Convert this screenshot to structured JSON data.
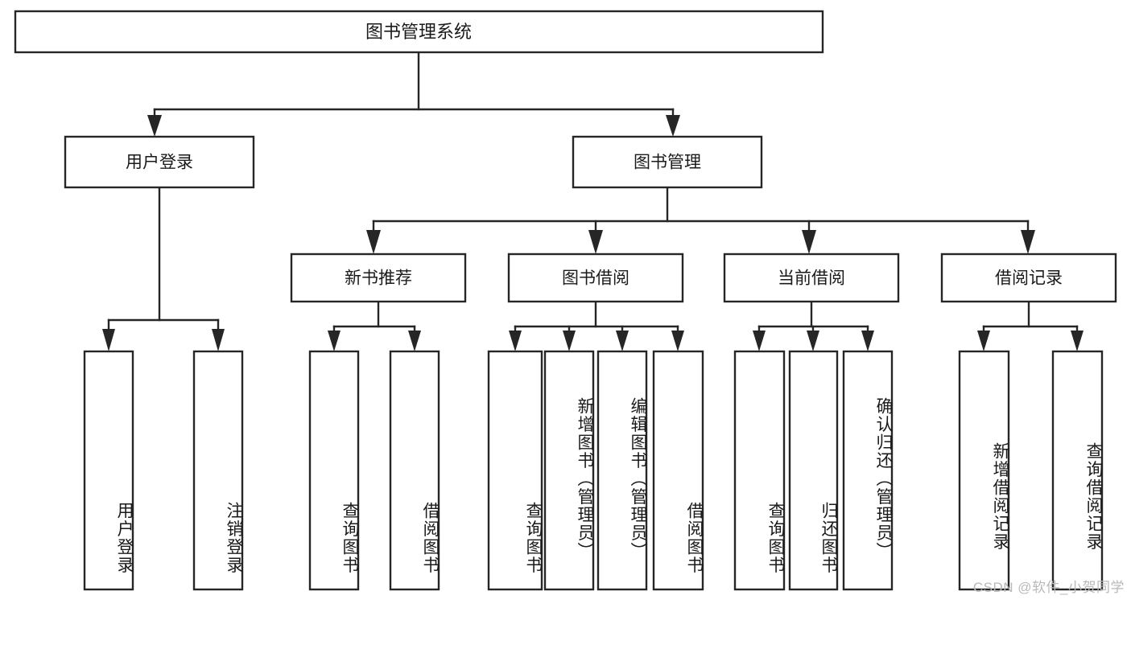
{
  "diagram": {
    "title": "图书管理系统",
    "type": "tree-hierarchy-chart",
    "root": {
      "id": "root",
      "label": "图书管理系统"
    },
    "level2": [
      {
        "id": "user-login",
        "label": "用户登录"
      },
      {
        "id": "book-management",
        "label": "图书管理"
      }
    ],
    "level3": [
      {
        "id": "new-book-recommend",
        "label": "新书推荐",
        "parent": "book-management"
      },
      {
        "id": "book-borrow",
        "label": "图书借阅",
        "parent": "book-management"
      },
      {
        "id": "current-borrow",
        "label": "当前借阅",
        "parent": "book-management"
      },
      {
        "id": "borrow-record",
        "label": "借阅记录",
        "parent": "book-management"
      }
    ],
    "leaves": {
      "user_login": [
        {
          "id": "leaf-user-login",
          "label": "用户登录"
        },
        {
          "id": "leaf-logout-login",
          "label": "注销登录"
        }
      ],
      "new_book_recommend": [
        {
          "id": "leaf-query-book-1",
          "label": "查询图书"
        },
        {
          "id": "leaf-borrow-book-1",
          "label": "借阅图书"
        }
      ],
      "book_borrow": [
        {
          "id": "leaf-query-book-2",
          "label": "查询图书"
        },
        {
          "id": "leaf-add-book",
          "label": "新增图书（管理员）"
        },
        {
          "id": "leaf-edit-book",
          "label": "编辑图书（管理员）"
        },
        {
          "id": "leaf-borrow-book-2",
          "label": "借阅图书"
        }
      ],
      "current_borrow": [
        {
          "id": "leaf-query-book-3",
          "label": "查询图书"
        },
        {
          "id": "leaf-return-book",
          "label": "归还图书"
        },
        {
          "id": "leaf-confirm-return",
          "label": "确认归还（管理员）"
        }
      ],
      "borrow_record": [
        {
          "id": "leaf-add-record",
          "label": "新增借阅记录"
        },
        {
          "id": "leaf-query-record",
          "label": "查询借阅记录"
        }
      ]
    }
  },
  "watermark": {
    "text": "CSDN @软件_小贺同学"
  },
  "colors": {
    "stroke": "#262626",
    "fill": "#ffffff",
    "text": "#1a1a1a",
    "watermark": "#b9b9b9"
  }
}
